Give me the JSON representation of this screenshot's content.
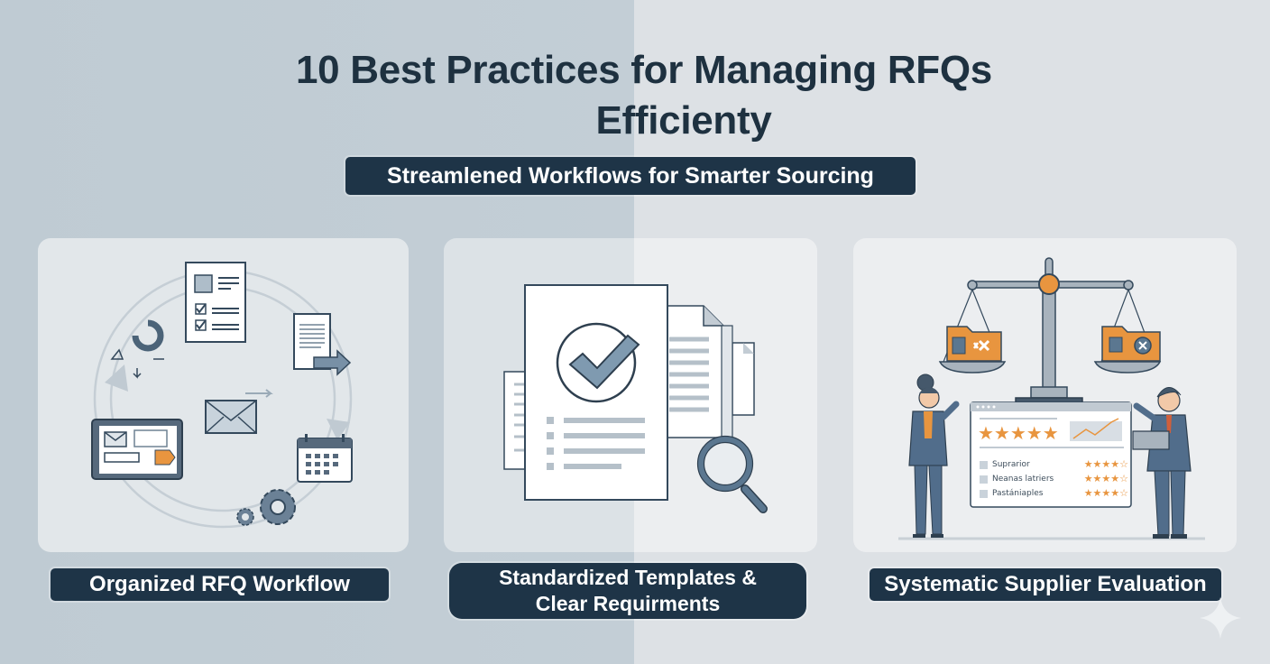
{
  "header": {
    "title_line1": "10 Best Practices for Managing RFQs",
    "title_line2": "Efficienty",
    "subtitle": "Streamlened Workflows for Smarter Sourcing"
  },
  "cards": [
    {
      "label": "Organized RFQ Workflow",
      "icons": [
        "checklist-document-icon",
        "document-send-icon",
        "calendar-icon",
        "gears-icon",
        "tablet-icon",
        "refresh-cycle-icon",
        "envelope-icon"
      ]
    },
    {
      "label_line1": "Standardized Templates &",
      "label_line2": "Clear Requirments",
      "icons": [
        "approved-document-icon",
        "magnifier-icon",
        "stacked-documents-icon"
      ]
    },
    {
      "label": "Systematic Supplier Evaluation",
      "icons": [
        "balance-scale-icon",
        "thumbs-up-folder-icon",
        "thumbs-down-folder-icon",
        "rating-dashboard-icon",
        "businesswoman-icon",
        "businessman-icon"
      ],
      "dashboard_rows": [
        {
          "name": "Suprarior",
          "stars": 4.5
        },
        {
          "name": "Neanas latriers",
          "stars": 4.5
        },
        {
          "name": "Pastániaples",
          "stars": 4.5
        }
      ],
      "top_stars": 5
    }
  ],
  "colors": {
    "navy": "#1e3447",
    "slate": "#5b7790",
    "orange": "#e8953f",
    "bg_left": "#bfcbd3",
    "bg_right": "#dde1e5"
  }
}
